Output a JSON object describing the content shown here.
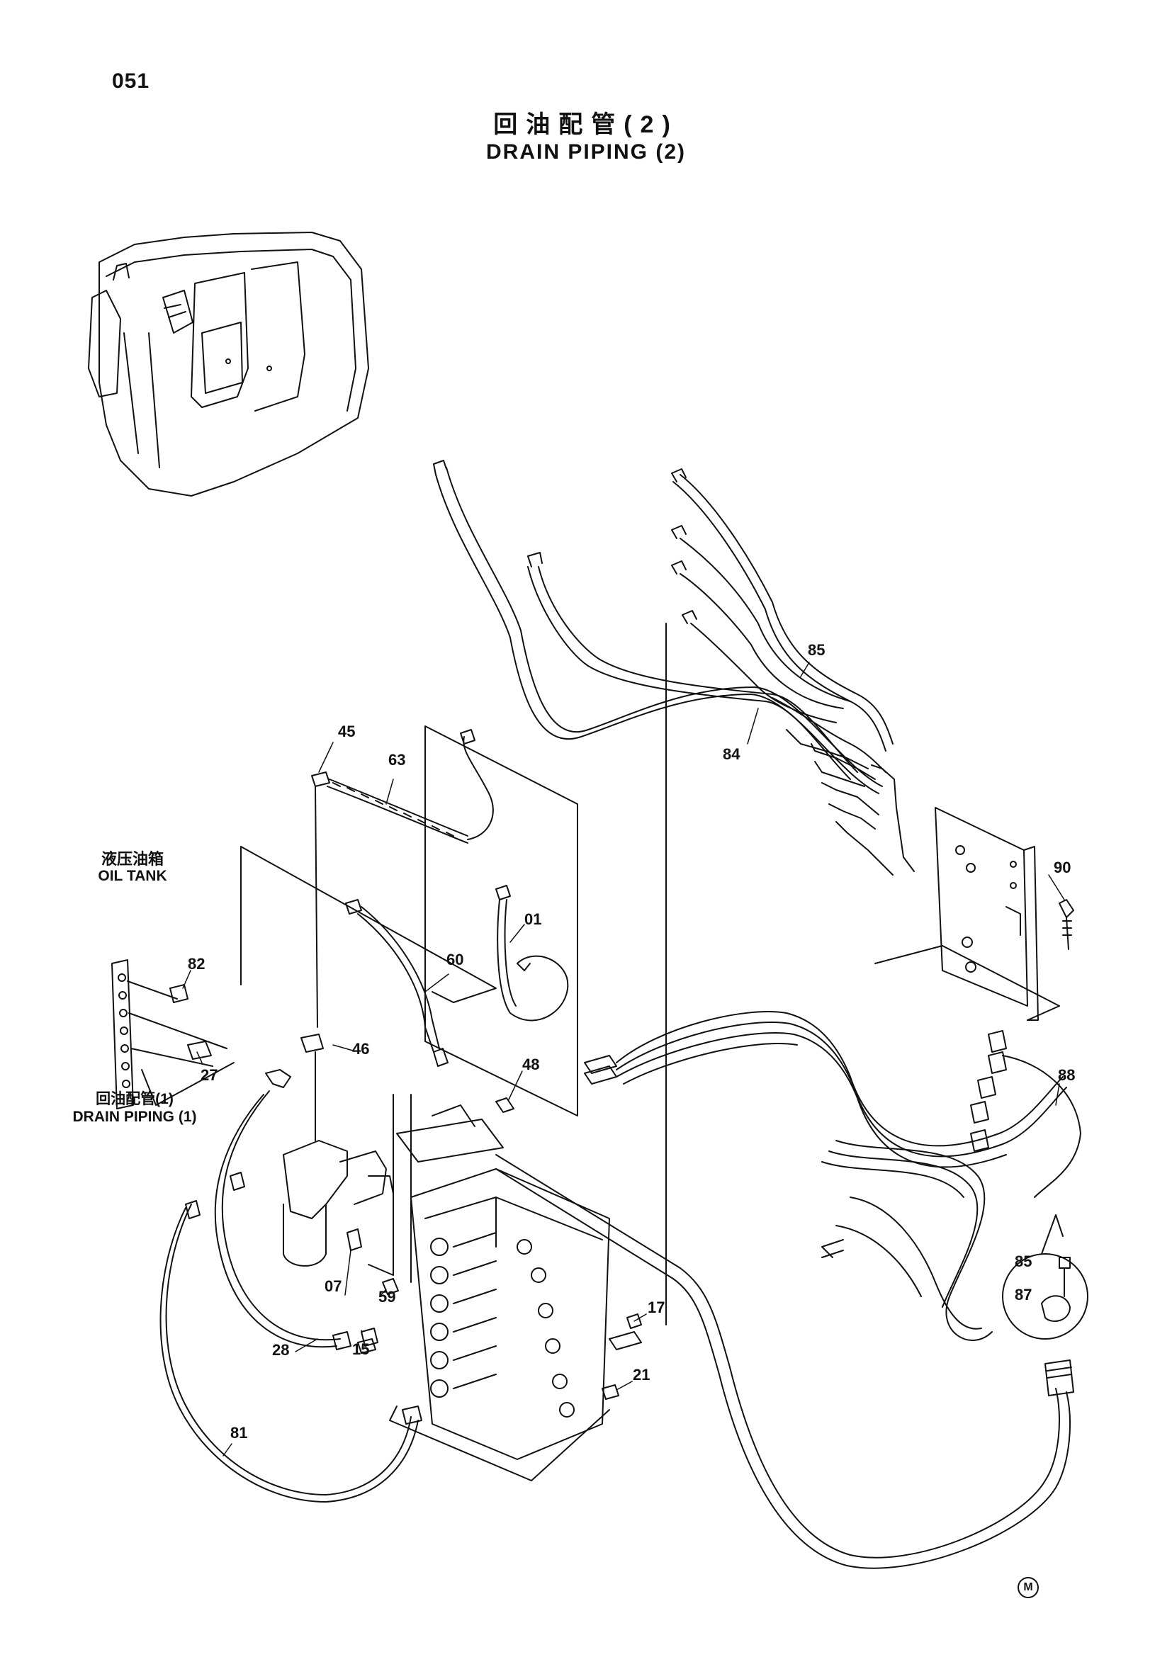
{
  "header": {
    "page_number": "051",
    "title_cn": "回油配管(2)",
    "title_en": "DRAIN PIPING (2)"
  },
  "callouts": {
    "oil_tank_cn": "液压油箱",
    "oil_tank_en": "OIL TANK",
    "drain_piping_1_cn": "回油配管(1)",
    "drain_piping_1_en": "DRAIN PIPING (1)"
  },
  "part_numbers": {
    "p01": "01",
    "p07": "07",
    "p15": "15",
    "p17": "17",
    "p21": "21",
    "p27": "27",
    "p28": "28",
    "p45": "45",
    "p46": "46",
    "p48": "48",
    "p59": "59",
    "p60": "60",
    "p63": "63",
    "p81": "81",
    "p82": "82",
    "p84": "84",
    "p85a": "85",
    "p85b": "85",
    "p87": "87",
    "p88": "88",
    "p90": "90"
  },
  "footer": {
    "mark": "M"
  }
}
